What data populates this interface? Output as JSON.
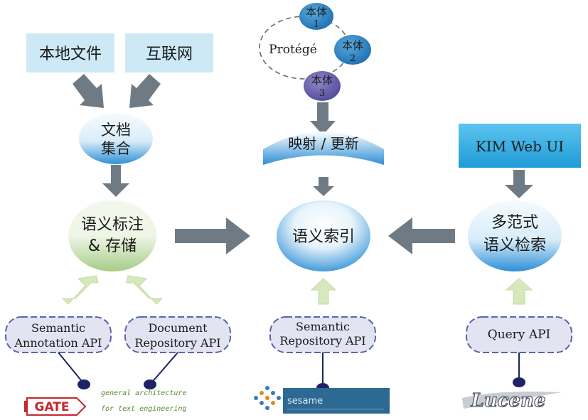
{
  "sources": {
    "local_files": "本地文件",
    "internet": "互联网"
  },
  "doc_collection": {
    "line1": "文档",
    "line2": "集合"
  },
  "annotation_storage": {
    "line1": "语义标注",
    "line2": "& 存储"
  },
  "semantic_index": "语义索引",
  "ontology": {
    "tool": "Protégé",
    "items": [
      {
        "word": "本体",
        "num": "1"
      },
      {
        "word": "本体",
        "num": "2"
      },
      {
        "word": "本体",
        "num": "3"
      }
    ]
  },
  "mapping_update": "映射 / 更新",
  "kim_ui": "KIM Web UI",
  "multi_retrieval": {
    "line1": "多范式",
    "line2": "语义检索"
  },
  "apis": {
    "semantic_annotation": {
      "line1": "Semantic",
      "line2": "Annotation API"
    },
    "document_repository": {
      "line1": "Document",
      "line2": "Repository API"
    },
    "semantic_repository": {
      "line1": "Semantic",
      "line2": "Repository API"
    },
    "query": "Query API"
  },
  "logos": {
    "gate": "GATE",
    "gate_tagline_1": "general architecture",
    "gate_tagline_2": "for text engineering",
    "sesame": "sesame",
    "lucene": "Lucene"
  },
  "colors": {
    "source_box": "#cde9f6",
    "kim_box": "#2aa8dd",
    "ellipse_blue": "#2e8fd6",
    "ellipse_green": "#a6cd86",
    "arrow_gray": "#6f7b84",
    "arrow_light": "#d6e8bc",
    "api_pill": "#e3e3f2",
    "api_border": "#5866a8",
    "node_dark": "#1c2466"
  }
}
